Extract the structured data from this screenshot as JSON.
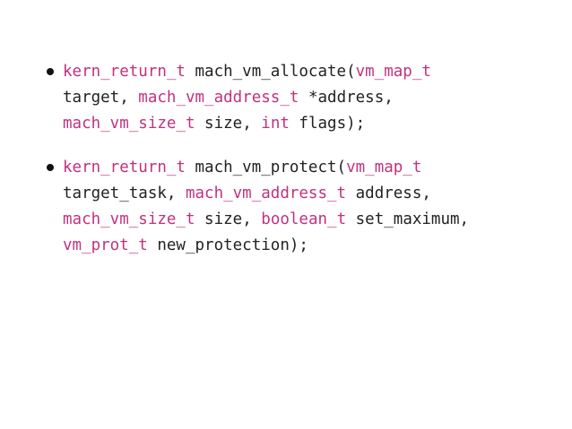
{
  "colors": {
    "type_keyword": "#c2317f",
    "plain_text": "#222222",
    "background": "#ffffff"
  },
  "bullets": [
    {
      "lines": [
        [
          {
            "t": "kern_return_t",
            "kw": true
          },
          {
            "t": " mach_vm_allocate(",
            "kw": false
          },
          {
            "t": "vm_map_t",
            "kw": true
          }
        ],
        [
          {
            "t": "target, ",
            "kw": false
          },
          {
            "t": "mach_vm_address_t",
            "kw": true
          },
          {
            "t": " *address,",
            "kw": false
          }
        ],
        [
          {
            "t": "mach_vm_size_t",
            "kw": true
          },
          {
            "t": " size, ",
            "kw": false
          },
          {
            "t": "int",
            "kw": true
          },
          {
            "t": " flags);",
            "kw": false
          }
        ]
      ]
    },
    {
      "lines": [
        [
          {
            "t": "kern_return_t",
            "kw": true
          },
          {
            "t": " mach_vm_protect(",
            "kw": false
          },
          {
            "t": "vm_map_t",
            "kw": true
          }
        ],
        [
          {
            "t": "target_task, ",
            "kw": false
          },
          {
            "t": "mach_vm_address_t",
            "kw": true
          },
          {
            "t": " address,",
            "kw": false
          }
        ],
        [
          {
            "t": "mach_vm_size_t",
            "kw": true
          },
          {
            "t": " size, ",
            "kw": false
          },
          {
            "t": "boolean_t",
            "kw": true
          },
          {
            "t": " set_maximum,",
            "kw": false
          }
        ],
        [
          {
            "t": "vm_prot_t",
            "kw": true
          },
          {
            "t": " new_protection);",
            "kw": false
          }
        ]
      ]
    }
  ]
}
